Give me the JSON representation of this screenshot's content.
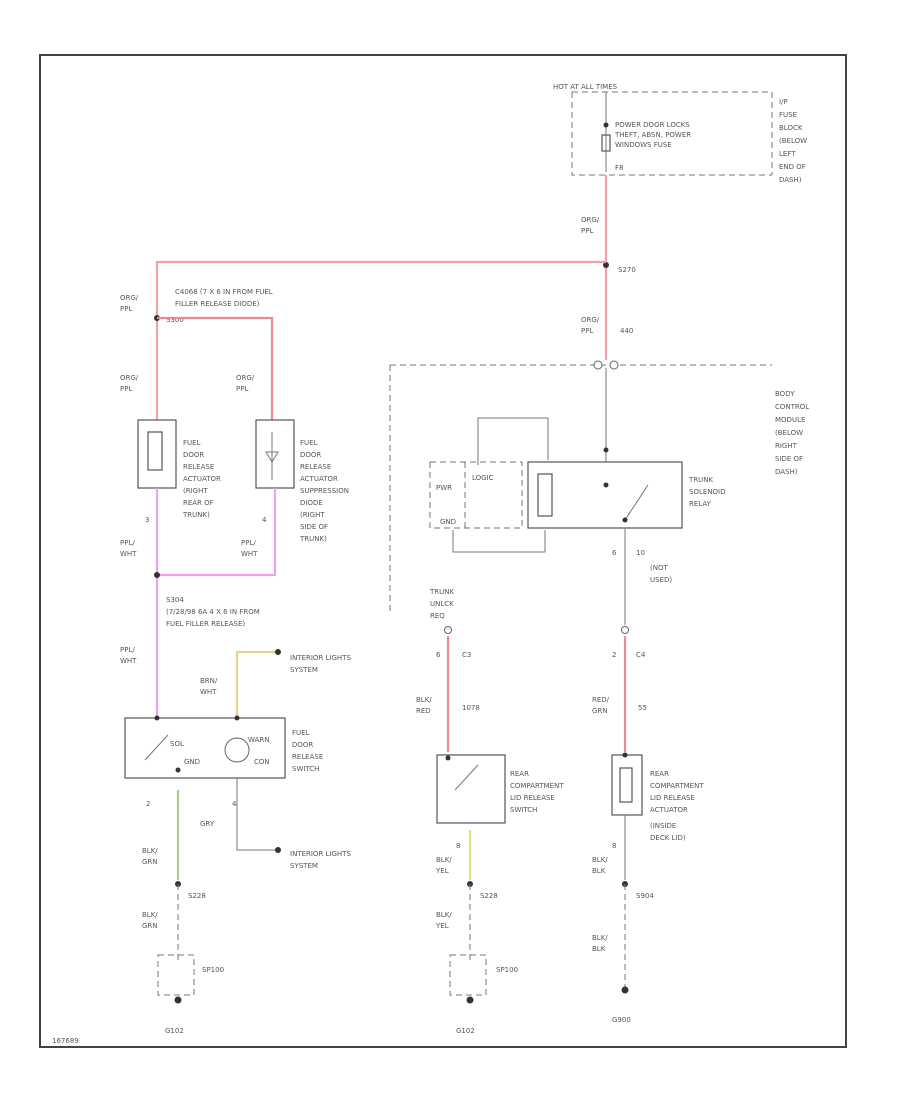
{
  "labels": {
    "hot_at_all_times": "HOT AT ALL TIMES",
    "fuse_desc": [
      "POWER DOOR LOCKS",
      "THEFT, ABSN, POWER",
      "WINDOWS FUSE",
      "F8"
    ],
    "fuse_block": [
      "I/P",
      "FUSE",
      "BLOCK",
      "(BELOW",
      "LEFT",
      "END OF",
      "DASH)"
    ],
    "wire_org_ppl_1": [
      "ORG/",
      "PPL"
    ],
    "splice_s270": "S270",
    "wire_org_ppl_2": [
      "ORG/",
      "PPL",
      "440"
    ],
    "c4068_desc": [
      "C4068 (7 X 6 IN FROM FUEL",
      "FILLER RELEASE DIODE)"
    ],
    "wire_org_ppl_left": [
      "ORG/",
      "PPL"
    ],
    "splice_s300": "S300",
    "wire_org_ppl_a": [
      "ORG/",
      "PPL"
    ],
    "wire_org_ppl_b": [
      "ORG/",
      "PPL"
    ],
    "actuator_left": [
      "FUEL",
      "DOOR",
      "RELEASE",
      "ACTUATOR",
      "(RIGHT",
      "REAR OF",
      "TRUNK)"
    ],
    "actuator_right": [
      "FUEL",
      "DOOR",
      "RELEASE",
      "ACTUATOR",
      "SUPPRESSION",
      "DIODE",
      "(RIGHT",
      "SIDE OF",
      "TRUNK)"
    ],
    "pin_left": "3",
    "pin_right": "4",
    "wire_ppl_wht_a": [
      "PPL/",
      "WHT"
    ],
    "wire_ppl_wht_b": [
      "PPL/",
      "WHT"
    ],
    "s304_desc": [
      "S304",
      "(7/28/98 6A 4 X 6 IN FROM",
      "FUEL FILLER RELEASE)"
    ],
    "wire_ppl_wht_c": [
      "PPL/",
      "WHT"
    ],
    "wire_brn_wht": [
      "BRN/",
      "WHT"
    ],
    "interior_lights_1": [
      "INTERIOR LIGHTS",
      "SYSTEM"
    ],
    "interior_lights_2": [
      "INTERIOR LIGHTS",
      "SYSTEM"
    ],
    "switch_sol": "SOL",
    "switch_warn": "WARN",
    "switch_gnd": "GND",
    "switch_con": "CON",
    "switch_desc": [
      "FUEL",
      "DOOR",
      "RELEASE",
      "SWITCH"
    ],
    "pin_2": "2",
    "pin_4": "4",
    "wire_gry": "GRY",
    "wire_blk_grn_1": [
      "BLK/",
      "GRN"
    ],
    "splice_s228": "S228",
    "wire_blk_grn_2": [
      "BLK/",
      "GRN"
    ],
    "ground_g102": "G102",
    "ground_sp100": "SP100",
    "bcm_desc": [
      "BODY",
      "CONTROL",
      "MODULE",
      "(BELOW",
      "RIGHT",
      "SIDE OF",
      "DASH)"
    ],
    "pwr": "PWR",
    "logic": "LOGIC",
    "gnd": "GND",
    "relay_desc": [
      "TRUNK",
      "SOLENOID",
      "RELAY"
    ],
    "trunk_unlock": [
      "TRUNK",
      "UNLCK",
      "REQ"
    ],
    "c3": "C3",
    "pin_6": "6",
    "wire_blk_red": [
      "BLK/",
      "RED"
    ],
    "wire_1078": "1078",
    "pin_10": "10",
    "not_used": [
      "(NOT",
      "USED)"
    ],
    "pin_2b": "2",
    "c4": "C4",
    "wire_red_grn": [
      "RED/",
      "GRN"
    ],
    "wire_55": "55",
    "rear_switch": [
      "REAR",
      "COMPARTMENT",
      "LID RELEASE",
      "SWITCH"
    ],
    "rear_actuator": [
      "REAR",
      "COMPARTMENT",
      "LID RELEASE",
      "ACTUATOR",
      "(INSIDE",
      "DECK LID)"
    ],
    "pin_8a": "8",
    "pin_8b": "8",
    "wire_blk_yel_1": [
      "BLK/",
      "YEL"
    ],
    "splice_s228b": "S228",
    "wire_blk_yel_2": [
      "BLK/",
      "YEL"
    ],
    "sp100b": "SP100",
    "g102b": "G102",
    "wire_blk_blk_1": [
      "BLK/",
      "BLK"
    ],
    "splice_s904": "S904",
    "wire_blk_blk_2": [
      "BLK/",
      "BLK"
    ],
    "g900": "G900",
    "footer_code": "167689"
  },
  "colors": {
    "pink_wire": "#f5a0a8",
    "magenta_wire": "#f0a0f0",
    "red_wire": "#f08a8a",
    "green_wire": "#a8d080",
    "yellow_wire": "#e8d090",
    "gray_wire": "#aaaaaa"
  }
}
